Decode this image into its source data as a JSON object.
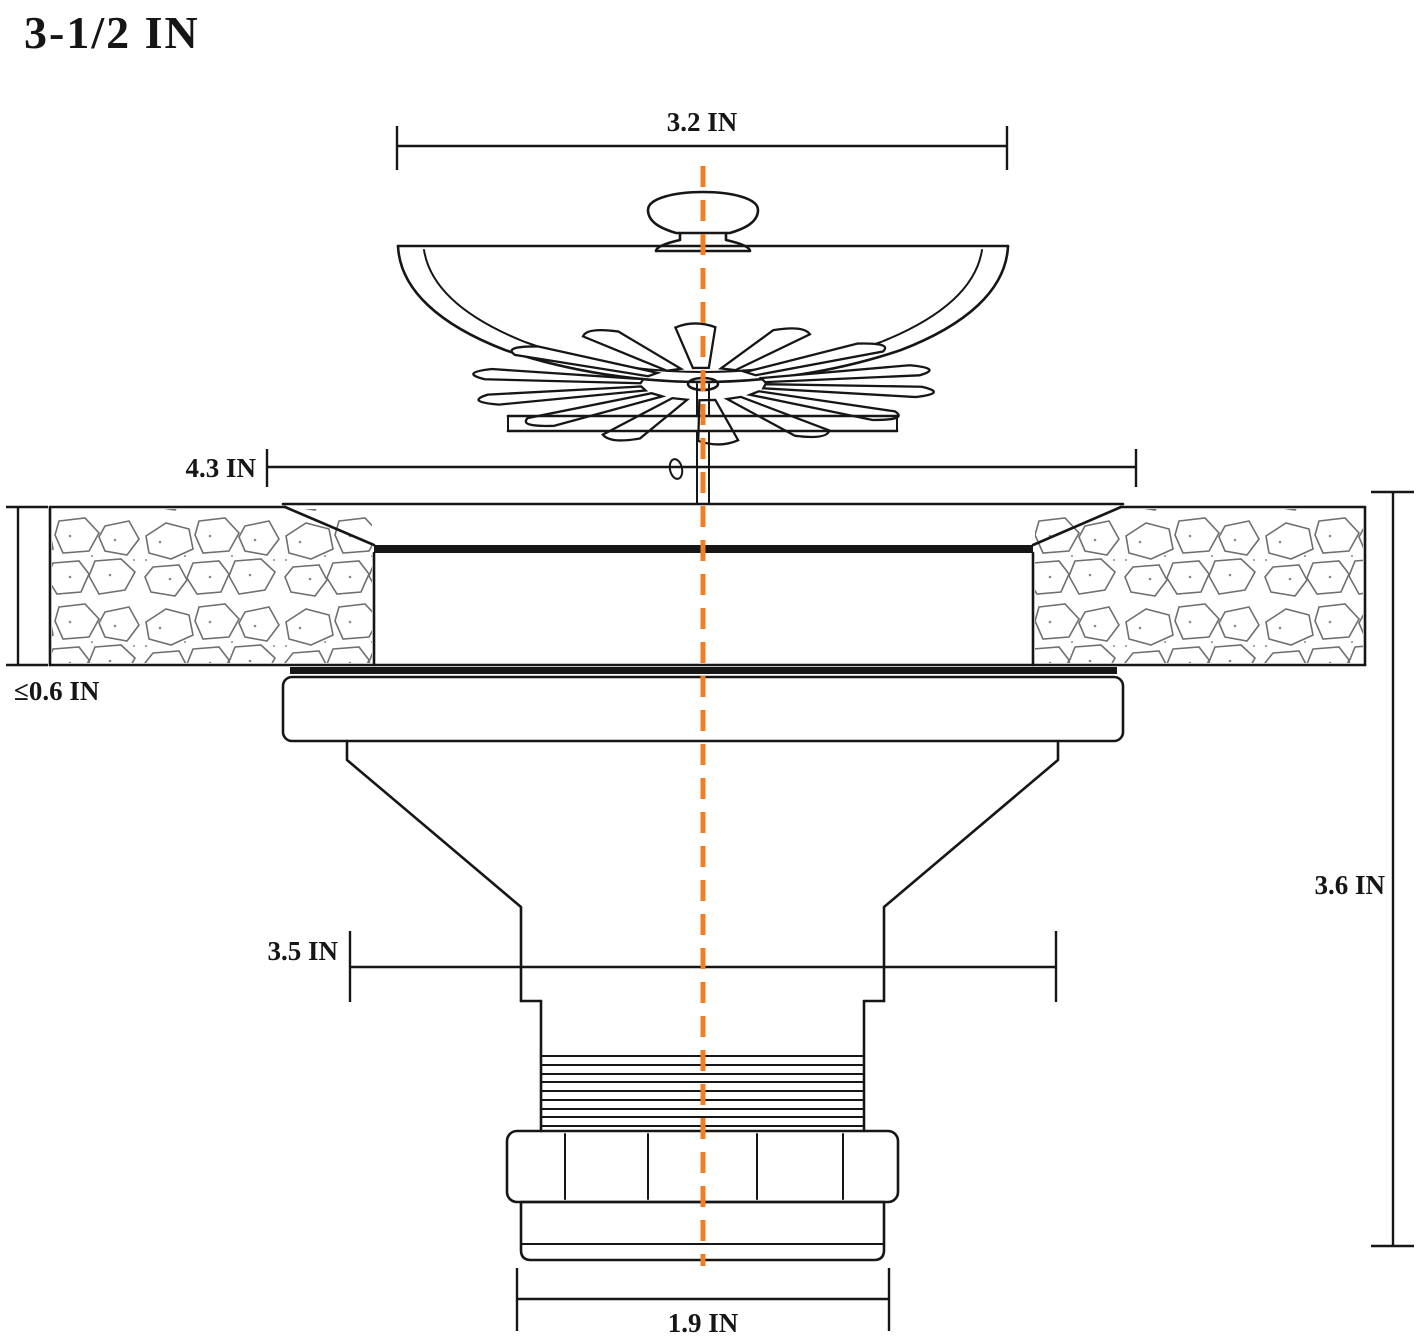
{
  "title": "3-1/2 IN",
  "dimensions": {
    "top_width": "3.2 IN",
    "flange_width": "4.3 IN",
    "deck_thickness": "≤0.6 IN",
    "body_height": "3.6 IN",
    "cup_width": "3.5 IN",
    "outlet_width": "1.9 IN"
  },
  "colors": {
    "line": "#161616",
    "centerline": "#F07E26"
  }
}
